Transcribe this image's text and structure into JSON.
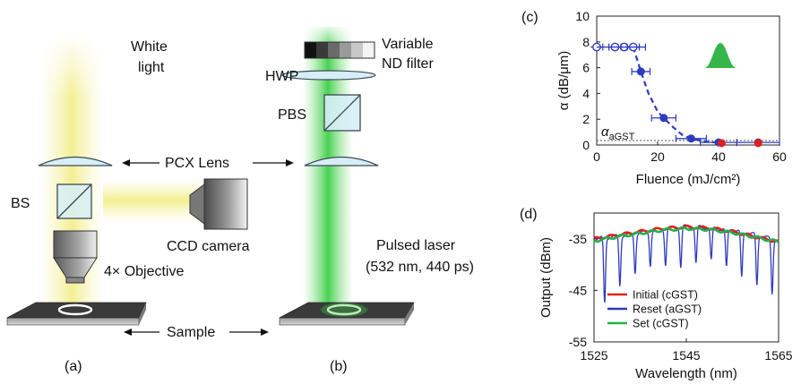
{
  "setup": {
    "white_light": [
      "White",
      "light"
    ],
    "nd_filter": [
      "Variable",
      "ND filter"
    ],
    "hwp": "HWP",
    "pbs": "PBS",
    "pcx_lens": "PCX Lens",
    "bs": "BS",
    "ccd_camera": "CCD camera",
    "objective": "4× Objective",
    "pulsed_laser": [
      "Pulsed laser",
      "(532 nm, 440 ps)"
    ],
    "sample": "Sample",
    "panel_a": "(a)",
    "panel_b": "(b)"
  },
  "colors": {
    "white_beam": "#f4f09a",
    "laser_beam": "#3ecf46",
    "optic_fill": "#d7eef6",
    "optic_stroke": "#3c4a55",
    "series_blue": "#2e3bbf",
    "series_red": "#e0201f",
    "series_green": "#24b04a",
    "pulse_green": "#36b54a"
  },
  "chart_data": [
    {
      "panel": "(c)",
      "type": "scatter",
      "xlabel": "Fluence (mJ/cm²)",
      "ylabel": "α (dB/μm)",
      "xlim": [
        0,
        60
      ],
      "ylim": [
        0,
        10
      ],
      "xticks": [
        0,
        20,
        40,
        60
      ],
      "yticks": [
        0,
        2,
        4,
        6,
        8,
        10
      ],
      "reference_label": "α",
      "reference_label_sub": "aGST",
      "reference_y": 0.35,
      "open_points": [
        {
          "x": 0,
          "y": 7.6
        },
        {
          "x": 6,
          "y": 7.6
        },
        {
          "x": 9,
          "y": 7.6
        },
        {
          "x": 12,
          "y": 7.6
        }
      ],
      "filled_points": [
        {
          "x": 14.5,
          "y": 5.7,
          "xerr": 3
        },
        {
          "x": 22,
          "y": 2.1,
          "xerr": 4
        },
        {
          "x": 31,
          "y": 0.5,
          "xerr": 5
        },
        {
          "x": 40,
          "y": 0.2,
          "xerr": 6
        },
        {
          "x": 53,
          "y": 0.2,
          "xerr": 7
        }
      ],
      "red_points": [
        {
          "x": 41,
          "y": 0.15
        },
        {
          "x": 53,
          "y": 0.15
        }
      ],
      "fit_curve": [
        [
          12,
          7.6
        ],
        [
          14.5,
          5.7
        ],
        [
          17,
          4.0
        ],
        [
          20,
          2.6
        ],
        [
          22,
          2.1
        ],
        [
          25,
          1.4
        ],
        [
          28,
          0.8
        ],
        [
          31,
          0.5
        ],
        [
          35,
          0.28
        ],
        [
          39,
          0.2
        ]
      ]
    },
    {
      "panel": "(d)",
      "type": "line",
      "xlabel": "Wavelength (nm)",
      "ylabel": "Output (dBm)",
      "xlim": [
        1525,
        1565
      ],
      "ylim": [
        -55,
        -30
      ],
      "xticks": [
        1525,
        1545,
        1565
      ],
      "yticks": [
        -35,
        -45,
        -55
      ],
      "series": [
        {
          "name": "Initial (cGST)",
          "x": [
            1525,
            1530,
            1535,
            1540,
            1545,
            1550,
            1555,
            1560,
            1565
          ],
          "y": [
            -35,
            -34.3,
            -33.6,
            -33,
            -32.7,
            -32.9,
            -33.6,
            -34.6,
            -35.6
          ]
        },
        {
          "name": "Reset (aGST)",
          "x": [
            1525,
            1530,
            1535,
            1540,
            1545,
            1550,
            1555,
            1560,
            1565
          ],
          "y": [
            -35,
            -34.5,
            -33.9,
            -33.1,
            -32.6,
            -32.8,
            -33.4,
            -34.2,
            -35.4
          ],
          "dips_x": [
            1527.3,
            1530.6,
            1533.9,
            1537.2,
            1540.5,
            1543.8,
            1547.1,
            1550.4,
            1553.7,
            1557,
            1560.3,
            1563.6
          ],
          "dips_min": [
            -47.5,
            -44,
            -41.5,
            -40,
            -40,
            -40.5,
            -39.8,
            -39.2,
            -40.6,
            -42.5,
            -44,
            -45.5
          ]
        },
        {
          "name": "Set (cGST)",
          "x": [
            1525,
            1530,
            1535,
            1540,
            1545,
            1550,
            1555,
            1560,
            1565
          ],
          "y": [
            -35.4,
            -34.6,
            -33.9,
            -33.3,
            -33,
            -33.2,
            -33.8,
            -34.7,
            -35.6
          ]
        }
      ]
    }
  ]
}
